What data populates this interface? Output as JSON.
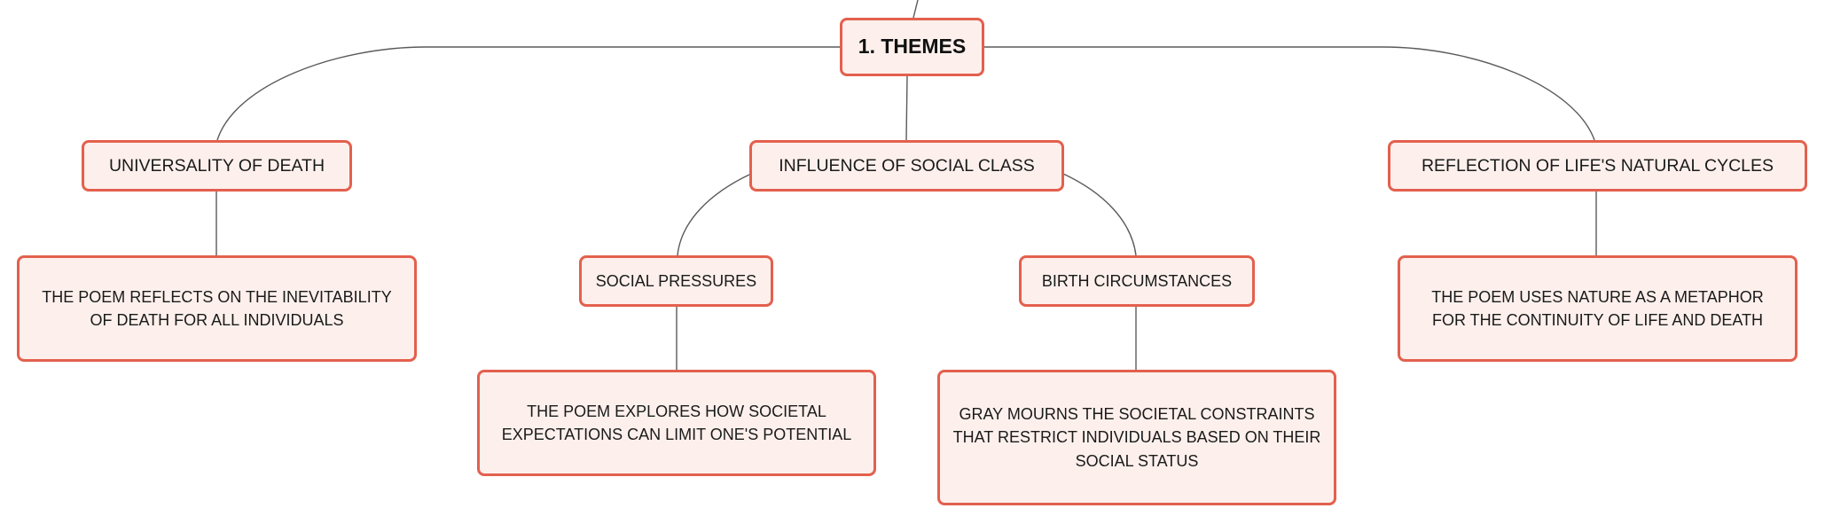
{
  "root": {
    "label": "1. THEMES"
  },
  "topics": [
    {
      "label": "UNIVERSALITY OF DEATH",
      "detail": "THE POEM REFLECTS ON THE INEVITABILITY OF DEATH FOR ALL INDIVIDUALS"
    },
    {
      "label": "INFLUENCE OF SOCIAL CLASS",
      "subtopics": [
        {
          "label": "SOCIAL PRESSURES",
          "detail": "THE POEM EXPLORES HOW SOCIETAL EXPECTATIONS CAN LIMIT ONE'S POTENTIAL"
        },
        {
          "label": "BIRTH CIRCUMSTANCES",
          "detail": "GRAY MOURNS THE SOCIETAL CONSTRAINTS THAT RESTRICT INDIVIDUALS BASED ON THEIR SOCIAL STATUS"
        }
      ]
    },
    {
      "label": "REFLECTION OF LIFE'S NATURAL CYCLES",
      "detail": "THE POEM USES NATURE AS A METAPHOR FOR THE CONTINUITY OF LIFE AND DEATH"
    }
  ],
  "colors": {
    "node_border": "#e3604e",
    "node_fill": "#fdf0ec",
    "connector": "#5a5a5a"
  }
}
